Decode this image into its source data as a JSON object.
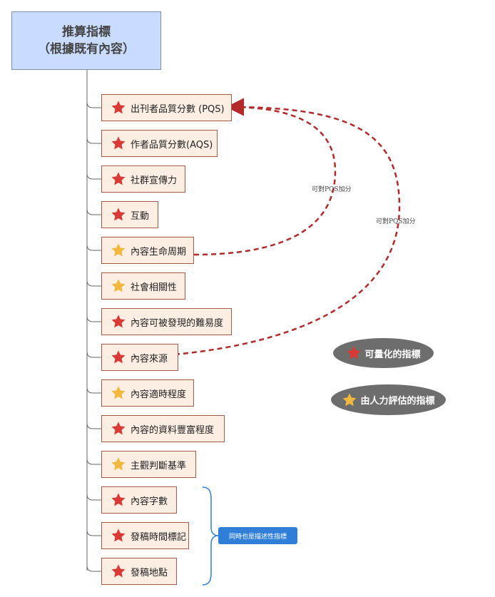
{
  "root": {
    "line1": "推算指標",
    "line2": "（根據既有內容）"
  },
  "nodes": [
    {
      "label": "出刊者品質分數 (PQS)",
      "star": "red"
    },
    {
      "label": "作者品質分數(AQS)",
      "star": "red"
    },
    {
      "label": "社群宣傳力",
      "star": "red"
    },
    {
      "label": "互動",
      "star": "red"
    },
    {
      "label": "內容生命周期",
      "star": "gold"
    },
    {
      "label": "社會相關性",
      "star": "gold"
    },
    {
      "label": "內容可被發現的難易度",
      "star": "red"
    },
    {
      "label": "內容來源",
      "star": "red"
    },
    {
      "label": "內容適時程度",
      "star": "gold"
    },
    {
      "label": "內容的資料豐富程度",
      "star": "red"
    },
    {
      "label": "主觀判斷基準",
      "star": "gold"
    },
    {
      "label": "內容字數",
      "star": "red"
    },
    {
      "label": "發稿時間標記",
      "star": "red"
    },
    {
      "label": "發稿地點",
      "star": "red"
    }
  ],
  "links": [
    {
      "label": "可對PQS加分"
    },
    {
      "label": "可對PQS加分"
    }
  ],
  "legend": {
    "quantifiable": "可量化的指標",
    "human": "由人力評估的指標"
  },
  "group_tag": "同時也是描述性指標",
  "colors": {
    "red_star": "#d83a36",
    "gold_star": "#f0b83c",
    "link": "#b22a2a",
    "brace": "#2f7fd8"
  },
  "icons": {
    "red_star": "star-red-icon",
    "gold_star": "star-gold-icon"
  }
}
